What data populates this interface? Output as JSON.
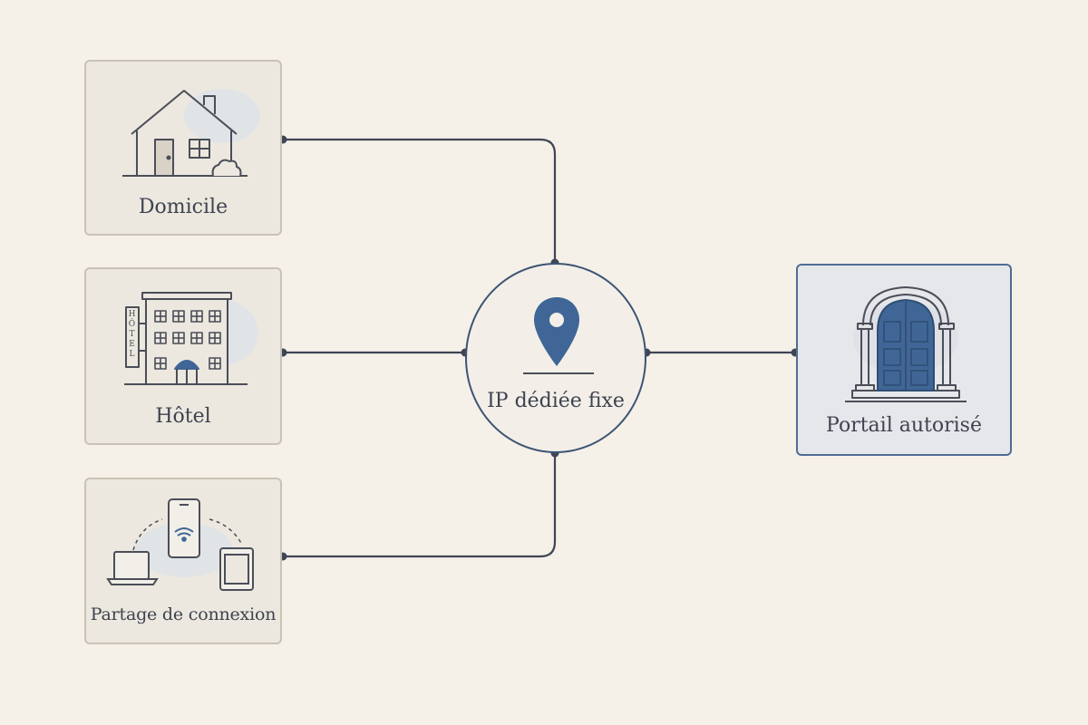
{
  "nodes": {
    "domicile": {
      "label": "Domicile"
    },
    "hotel": {
      "label": "Hôtel",
      "sign_text": "HÔTEL"
    },
    "partage": {
      "label": "Partage de connexion"
    },
    "hub": {
      "label": "IP dédiée fixe"
    },
    "portail": {
      "label": "Portail autorisé"
    }
  },
  "colors": {
    "background": "#f5f0e8",
    "line": "#3e4654",
    "accent_blue": "#3f6696",
    "hub_border": "#3d5473",
    "portal_border": "#4f6d94"
  }
}
